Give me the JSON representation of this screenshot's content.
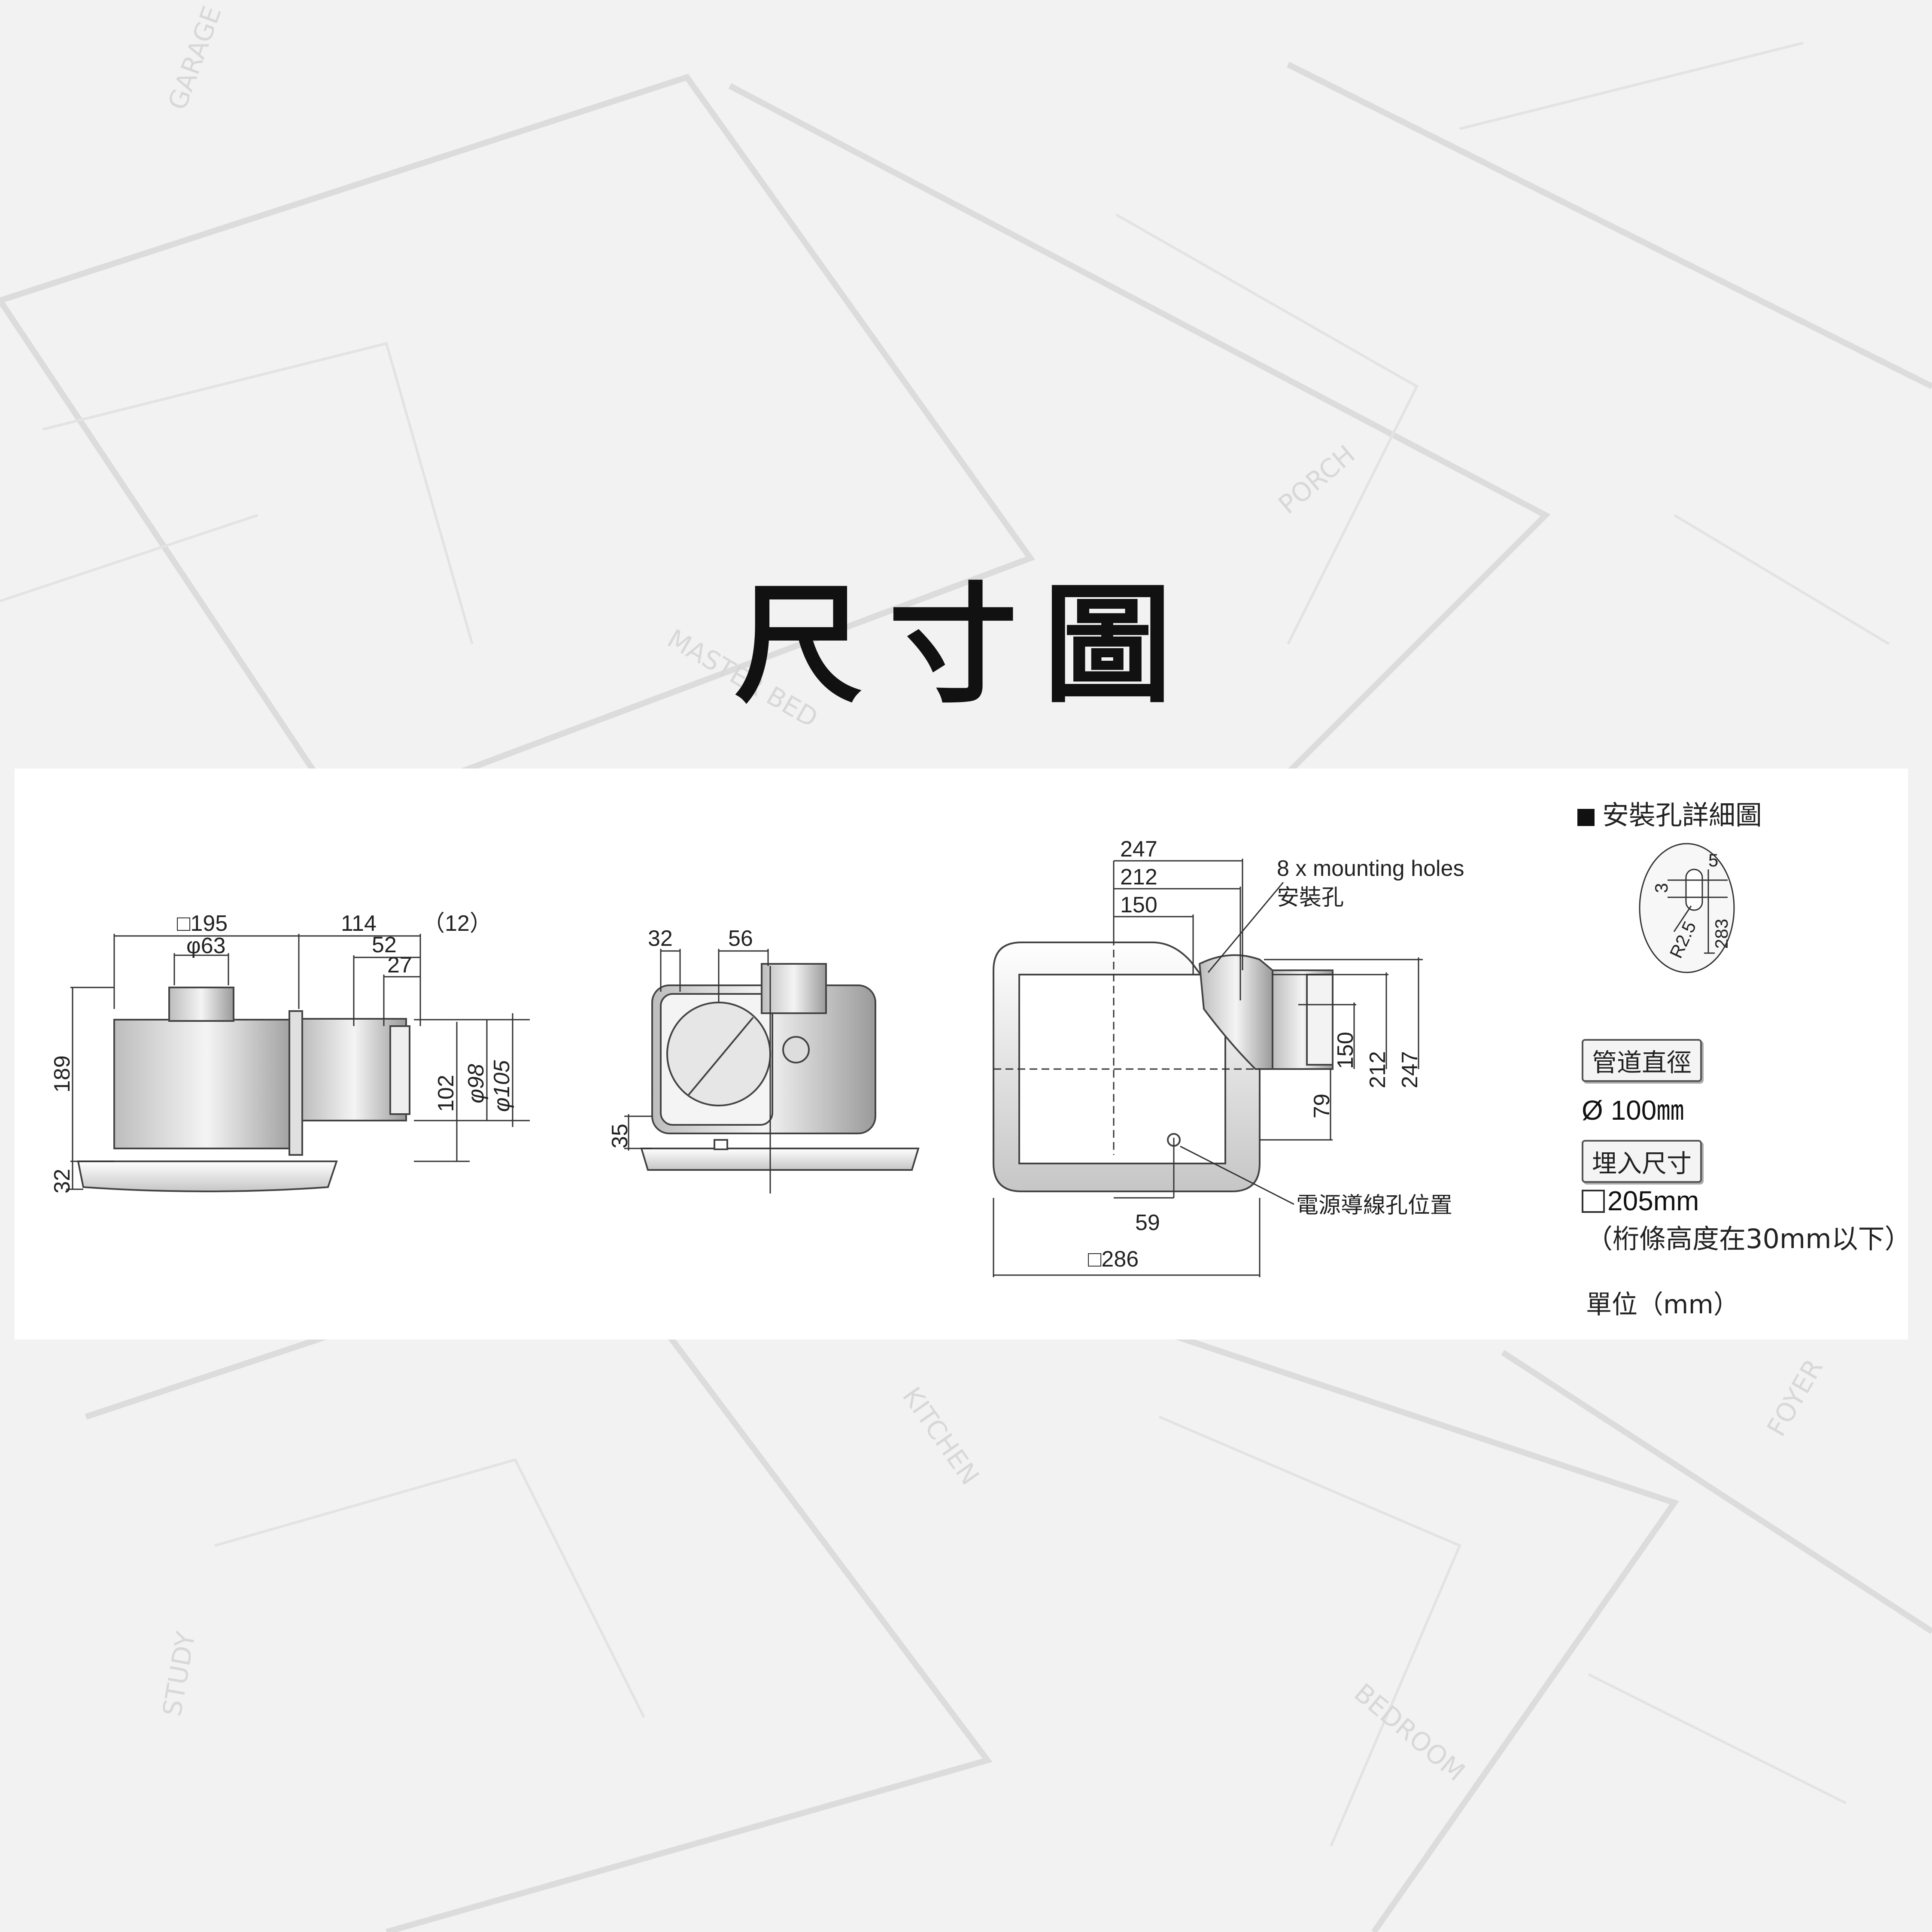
{
  "title": "尺寸圖",
  "background": {
    "room_labels": [
      "GARAGE",
      "MASTER BED",
      "KITCHEN",
      "STUDY",
      "BEDROOM",
      "PORCH",
      "FOYER"
    ]
  },
  "side_view": {
    "dims": {
      "width": "□195",
      "duct_phi": "φ63",
      "d114": "114",
      "d12": "（12）",
      "d52": "52",
      "d27": "27",
      "h189": "189",
      "h32": "32",
      "h102": "102",
      "phi98": "φ98",
      "phi105": "φ105"
    }
  },
  "front_view": {
    "dims": {
      "d32": "32",
      "d56": "56",
      "h35": "35"
    }
  },
  "top_view": {
    "dims": {
      "d247": "247",
      "d212": "212",
      "d150": "150",
      "v150": "150",
      "v212": "212",
      "v247": "247",
      "v79": "79",
      "d59": "59",
      "d286": "□286"
    },
    "callouts": {
      "holes_en": "8 x mounting holes",
      "holes_zh": "安裝孔",
      "wire_hole": "電源導線孔位置"
    }
  },
  "hole_detail": {
    "heading": "安裝孔詳細圖",
    "dims": {
      "d5": "5",
      "d3": "3",
      "r25": "R2.5",
      "d283": "283"
    }
  },
  "specs": {
    "duct_label": "管道直徑",
    "duct_value": "Ø 100㎜",
    "embed_label": "埋入尺寸",
    "embed_value": "205mm",
    "embed_note": "（桁條高度在30mm以下）",
    "unit": "單位（mm）"
  }
}
